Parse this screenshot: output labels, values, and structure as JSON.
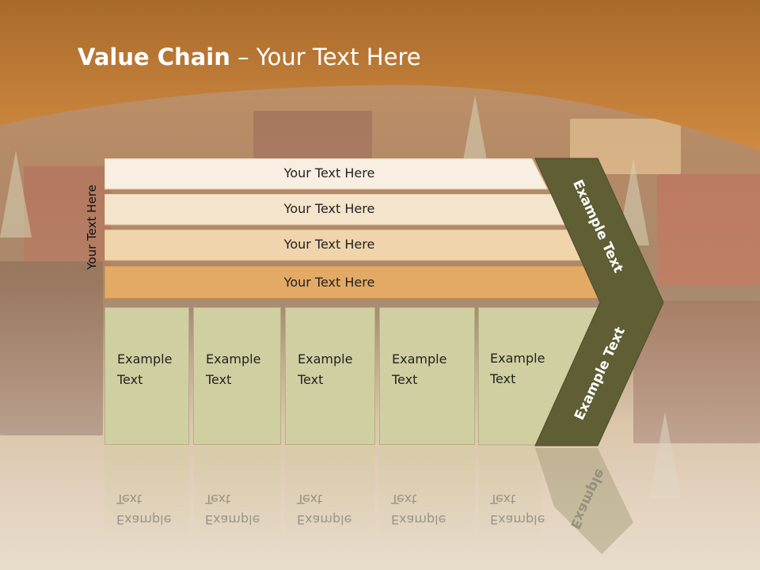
{
  "title": {
    "bold": "Value Chain",
    "rest": " – Your Text Here"
  },
  "side_label": "Your Text Here",
  "bars": [
    {
      "label": "Your Text Here",
      "color": "#f8efe2"
    },
    {
      "label": "Your Text Here",
      "color": "#f4e4cc"
    },
    {
      "label": "Your Text Here",
      "color": "#efd4ac"
    },
    {
      "label": "Your Text Here",
      "color": "#e3aa66"
    }
  ],
  "boxes": [
    {
      "label": "Example Text"
    },
    {
      "label": "Example Text"
    },
    {
      "label": "Example Text"
    },
    {
      "label": "Example Text"
    },
    {
      "label": "Example Text"
    }
  ],
  "chevron": {
    "top_label": "Example Text",
    "bottom_label": "Example Text",
    "reflection_label": "Example",
    "color": "#5f5e34"
  },
  "colors": {
    "header": "#c07a32",
    "box": "#d0cfa1"
  }
}
